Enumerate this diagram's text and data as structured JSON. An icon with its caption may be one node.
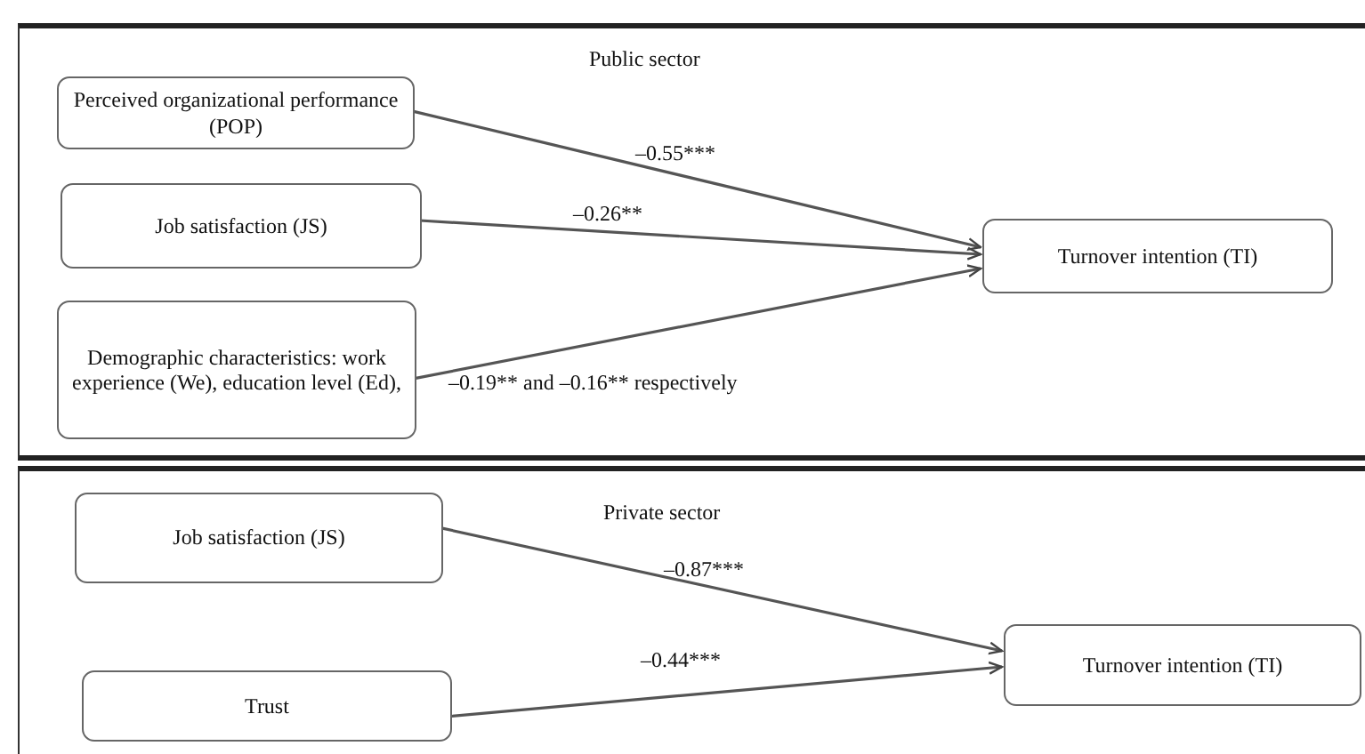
{
  "diagram": {
    "nodes": [
      {
        "text": [
          "Public sector"
        ]
      },
      {
        "text": [
          "Perceived organizational performance (POP)"
        ],
        "in": 0
      },
      {
        "text": [
          "Job satisfaction (JS)"
        ],
        "in": 0
      },
      {
        "text": [
          "Demographic characteristics: work experience (We), education level (Ed),"
        ],
        "in": 0
      },
      {
        "text": [
          "Turnover intention (TI)"
        ],
        "in": 0
      },
      {
        "text": [
          "Private sector"
        ]
      },
      {
        "text": [
          "Job satisfaction (JS)"
        ],
        "in": 5
      },
      {
        "text": [
          "Trust"
        ],
        "in": 5
      },
      {
        "text": [
          "Turnover intention (TI)"
        ],
        "in": 5
      }
    ],
    "edges": [
      {
        "from": 1,
        "to": 4,
        "arrow": "to",
        "label": "–0.55***"
      },
      {
        "from": 2,
        "to": 4,
        "arrow": "to",
        "label": "–0.26**"
      },
      {
        "from": 3,
        "to": 4,
        "arrow": "to",
        "label": "–0.19** and –0.16** respectively"
      },
      {
        "from": 6,
        "to": 8,
        "arrow": "to",
        "label": "–0.87***"
      },
      {
        "from": 7,
        "to": 8,
        "arrow": "to",
        "label": "–0.44***"
      }
    ]
  }
}
